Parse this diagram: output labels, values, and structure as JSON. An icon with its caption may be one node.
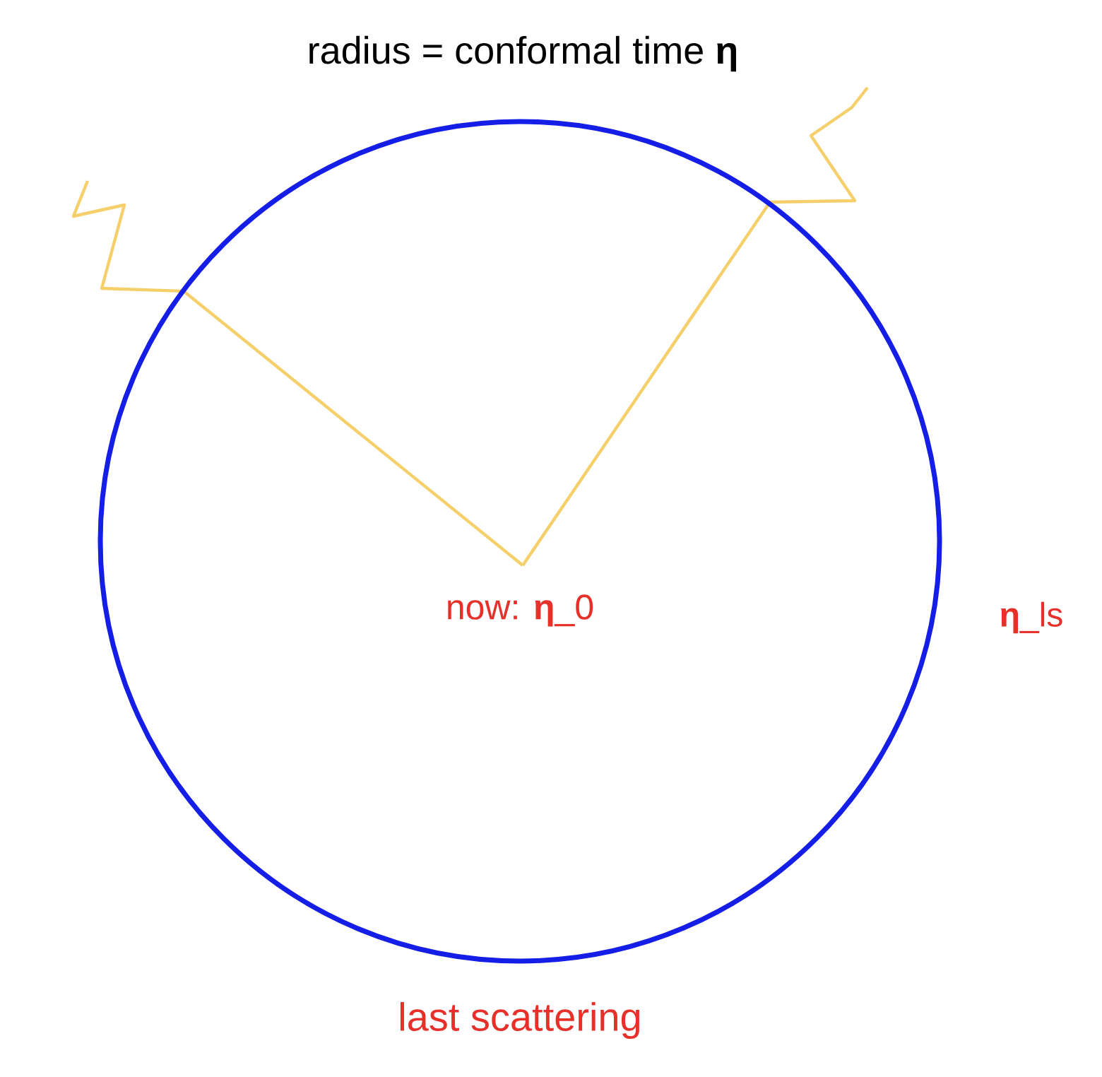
{
  "diagram": {
    "title": "radius = conformal time **η**",
    "nodes": [
      {
        "text": [],
        "shape": "circle",
        "beside": [
          "**η**_ls",
          "last scattering"
        ]
      }
    ],
    "labels": [
      "now: **η**_0"
    ]
  }
}
